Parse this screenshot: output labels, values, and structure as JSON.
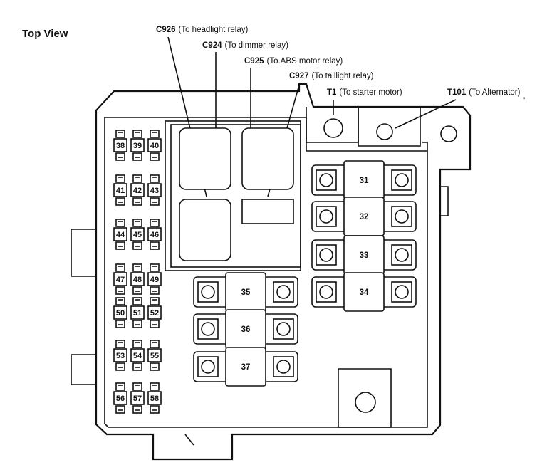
{
  "title": "Top View",
  "callouts": [
    {
      "id": "C926",
      "desc": "(To headlight relay)"
    },
    {
      "id": "C924",
      "desc": "(To dimmer relay)"
    },
    {
      "id": "C925",
      "desc": "(To.ABS motor relay)"
    },
    {
      "id": "C927",
      "desc": "(To taillight relay)"
    },
    {
      "id": "T1",
      "desc": "(To starter motor)"
    },
    {
      "id": "T101",
      "desc": "(To Alternator)"
    }
  ],
  "small_fuses": [
    "38",
    "39",
    "40",
    "41",
    "42",
    "43",
    "44",
    "45",
    "46",
    "47",
    "48",
    "49",
    "50",
    "51",
    "52",
    "53",
    "54",
    "55",
    "56",
    "57",
    "58"
  ],
  "main_fuses_right": [
    "31",
    "32",
    "33",
    "34"
  ],
  "main_fuses_center": [
    "35",
    "36",
    "37"
  ]
}
